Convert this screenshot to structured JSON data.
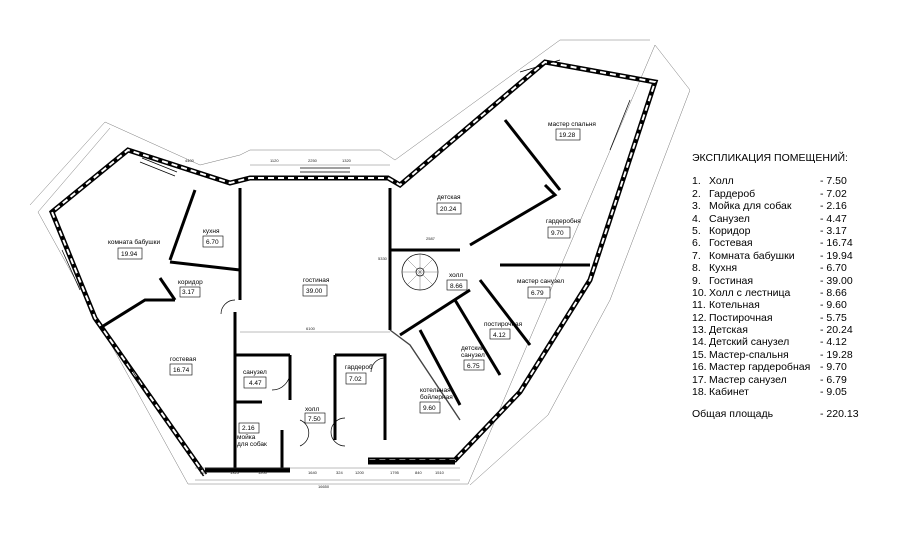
{
  "legend": {
    "title": "ЭКСПЛИКАЦИЯ ПОМЕЩЕНИЙ:",
    "items": [
      {
        "num": "1.",
        "name": "Холл",
        "area": "- 7.50"
      },
      {
        "num": "2.",
        "name": "Гардероб",
        "area": "- 7.02"
      },
      {
        "num": "3.",
        "name": "Мойка для собак",
        "area": "- 2.16"
      },
      {
        "num": "4.",
        "name": "Санузел",
        "area": "- 4.47"
      },
      {
        "num": "5.",
        "name": "Коридор",
        "area": "- 3.17"
      },
      {
        "num": "6.",
        "name": "Гостевая",
        "area": "- 16.74"
      },
      {
        "num": "7.",
        "name": "Комната бабушки",
        "area": "- 19.94"
      },
      {
        "num": "8.",
        "name": "Кухня",
        "area": "- 6.70"
      },
      {
        "num": "9.",
        "name": "Гостиная",
        "area": "- 39.00"
      },
      {
        "num": "10.",
        "name": "Холл с лестница",
        "area": "- 8.66"
      },
      {
        "num": "11.",
        "name": "Котельная",
        "area": "- 9.60"
      },
      {
        "num": "12.",
        "name": "Постирочная",
        "area": "- 5.75"
      },
      {
        "num": "13.",
        "name": "Детская",
        "area": "- 20.24"
      },
      {
        "num": "14.",
        "name": "Детский санузел",
        "area": "- 4.12"
      },
      {
        "num": "15.",
        "name": "Мастер-спальня",
        "area": "- 19.28"
      },
      {
        "num": "16.",
        "name": "Мастер гардеробная",
        "area": "- 9.70"
      },
      {
        "num": "17.",
        "name": "Мастер санузел",
        "area": "- 6.79"
      },
      {
        "num": "18.",
        "name": "Кабинет",
        "area": "- 9.05"
      }
    ],
    "total_label": "Общая площадь",
    "total_value": "- 220.13"
  },
  "rooms": {
    "babushka": {
      "name": "комната бабушки",
      "area": "19.94"
    },
    "kitchen": {
      "name": "кухня",
      "area": "6.70"
    },
    "corridor": {
      "name": "коридор",
      "area": "3.17"
    },
    "guest": {
      "name": "гостевая",
      "area": "16.74"
    },
    "living": {
      "name": "гостиная",
      "area": "39.00"
    },
    "bath": {
      "name": "санузел",
      "area": "4.47"
    },
    "dogwash": {
      "name1": "мойка",
      "name2": "для собак",
      "area": "2.16"
    },
    "hall": {
      "name": "холл",
      "area": "7.50"
    },
    "wardrobe": {
      "name": "гардероб",
      "area": "7.02"
    },
    "stair_hall": {
      "name": "холл",
      "area": "8.66"
    },
    "kids": {
      "name": "детская",
      "area": "20.24"
    },
    "master": {
      "name": "мастер спальня",
      "area": "19.28"
    },
    "master_wardrobe": {
      "name": "гардеробня",
      "area": "9.70"
    },
    "master_bath": {
      "name": "мастер санузел",
      "area": "6.79"
    },
    "laundry": {
      "name": "постирочная",
      "area": "4.12"
    },
    "kids_bath": {
      "name1": "детский",
      "name2": "санузел",
      "area": "6.75"
    },
    "boiler": {
      "name1": "котельная",
      "name2": "бойлерная",
      "area": "9.60"
    }
  },
  "dims": {
    "d_bottom_total": "16650",
    "d_bottom_1": "560",
    "d_bottom_2": "1325",
    "d_bottom_3": "1200",
    "d_bottom_4": "1640",
    "d_bottom_5": "324",
    "d_bottom_6": "1200",
    "d_bottom_7": "1795",
    "d_bottom_8": "840",
    "d_bottom_9": "1510",
    "d_top_1": "4400",
    "d_top_2": "1120",
    "d_top_3": "2250",
    "d_top_4": "1320",
    "d_living_w": "6100",
    "d_living_h": "5330",
    "d_stair": "2587"
  }
}
